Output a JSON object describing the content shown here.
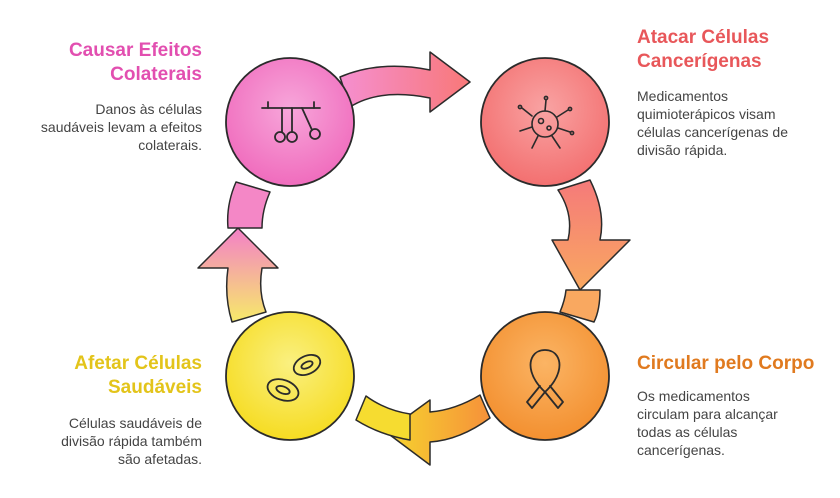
{
  "colors": {
    "pink": "#f26fbf",
    "red": "#f36a6a",
    "orange": "#f6a03e",
    "yellow": "#f7e02f",
    "outline": "#2b2b2b"
  },
  "steps": [
    {
      "title_line1": "Atacar Células",
      "title_line2": "Cancerígenas",
      "title_color": "#e8575a",
      "desc_lines": [
        "Medicamentos",
        "quimioterápicos visam",
        "células cancerígenas de",
        "divisão rápida."
      ],
      "icon": "virus-icon"
    },
    {
      "title_line1": "Circular pelo Corpo",
      "title_line2": "",
      "title_color": "#e07a1f",
      "desc_lines": [
        "Os medicamentos",
        "circulam para alcançar",
        "todas as células",
        "cancerígenas."
      ],
      "icon": "cancer-ribbon-icon"
    },
    {
      "title_line1": "Afetar Células",
      "title_line2": "Saudáveis",
      "title_color": "#e3c41a",
      "desc_lines": [
        "Células saudáveis de",
        "divisão rápida também",
        "são afetadas."
      ],
      "icon": "blood-cells-icon"
    },
    {
      "title_line1": "Causar Efeitos",
      "title_line2": "Colaterais",
      "title_color": "#e24fb0",
      "desc_lines": [
        "Danos às células",
        "saudáveis levam a efeitos",
        "colaterais."
      ],
      "icon": "newtons-cradle-icon"
    }
  ]
}
